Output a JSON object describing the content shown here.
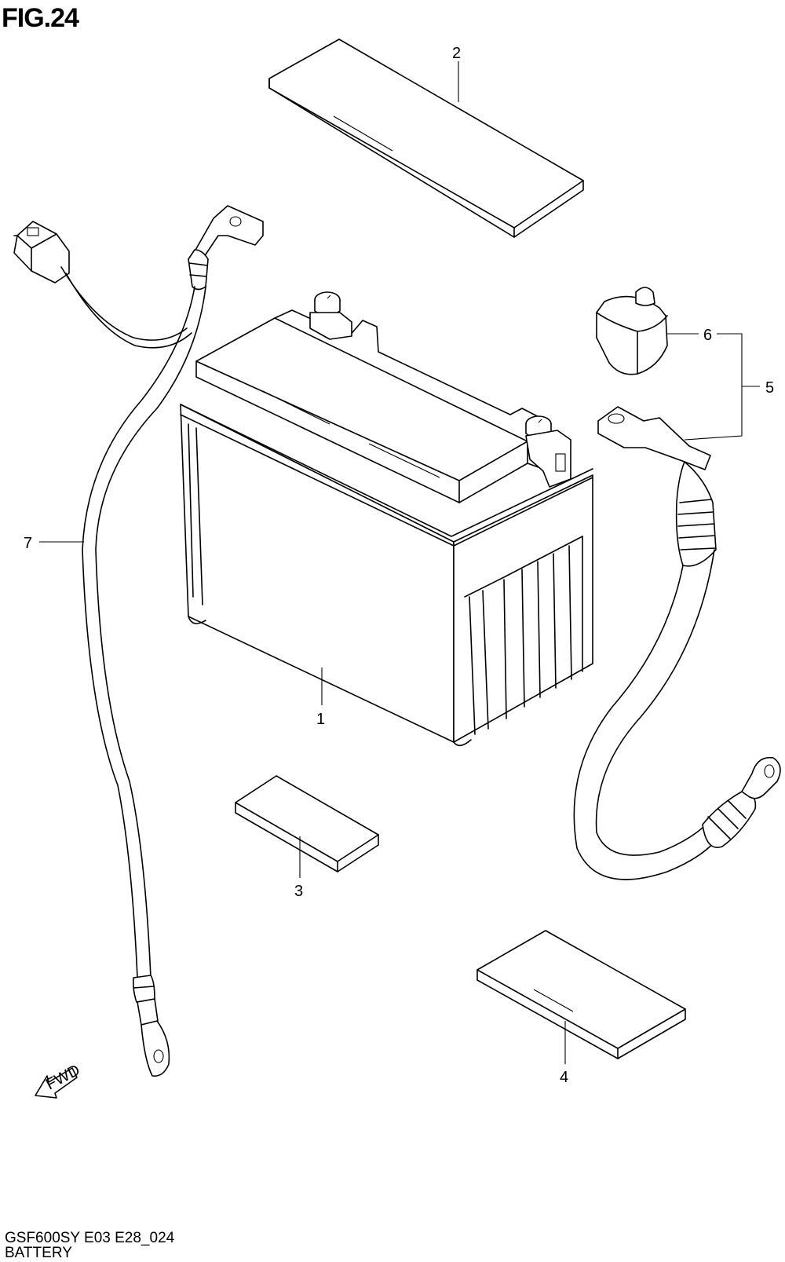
{
  "figure": {
    "title": "FIG.24",
    "model_code": "GSF600SY E03 E28_024",
    "section_name": "BATTERY",
    "fwd_label": "FWD"
  },
  "callouts": [
    {
      "id": "callout-1",
      "label": "1"
    },
    {
      "id": "callout-2",
      "label": "2"
    },
    {
      "id": "callout-3",
      "label": "3"
    },
    {
      "id": "callout-4",
      "label": "4"
    },
    {
      "id": "callout-5",
      "label": "5"
    },
    {
      "id": "callout-6",
      "label": "6"
    },
    {
      "id": "callout-7",
      "label": "7"
    }
  ]
}
